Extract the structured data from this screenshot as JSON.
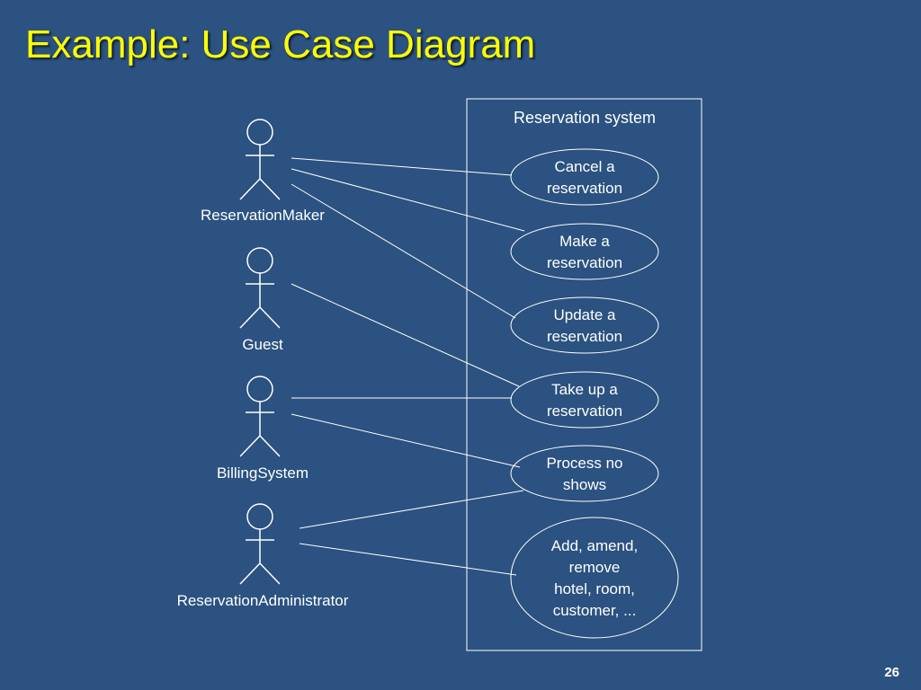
{
  "title": "Example: Use Case Diagram",
  "page_number": "26",
  "system": {
    "label": "Reservation system"
  },
  "actors": [
    {
      "label": "ReservationMaker"
    },
    {
      "label": "Guest"
    },
    {
      "label": "BillingSystem"
    },
    {
      "label": "ReservationAdministrator"
    }
  ],
  "use_cases": [
    {
      "lines": [
        "Cancel a",
        "reservation"
      ]
    },
    {
      "lines": [
        "Make a",
        "reservation"
      ]
    },
    {
      "lines": [
        "Update a",
        "reservation"
      ]
    },
    {
      "lines": [
        "Take up a",
        "reservation"
      ]
    },
    {
      "lines": [
        "Process no",
        "shows"
      ]
    },
    {
      "lines": [
        "Add, amend,",
        "remove",
        "hotel, room,",
        "customer, ..."
      ]
    }
  ],
  "associations": [
    {
      "actor": 0,
      "use_case": 0
    },
    {
      "actor": 0,
      "use_case": 1
    },
    {
      "actor": 0,
      "use_case": 2
    },
    {
      "actor": 1,
      "use_case": 3
    },
    {
      "actor": 2,
      "use_case": 3
    },
    {
      "actor": 2,
      "use_case": 4
    },
    {
      "actor": 3,
      "use_case": 4
    },
    {
      "actor": 3,
      "use_case": 5
    }
  ],
  "colors": {
    "background": "#2b5280",
    "title": "#ffff00",
    "lines": "#ffffff"
  }
}
